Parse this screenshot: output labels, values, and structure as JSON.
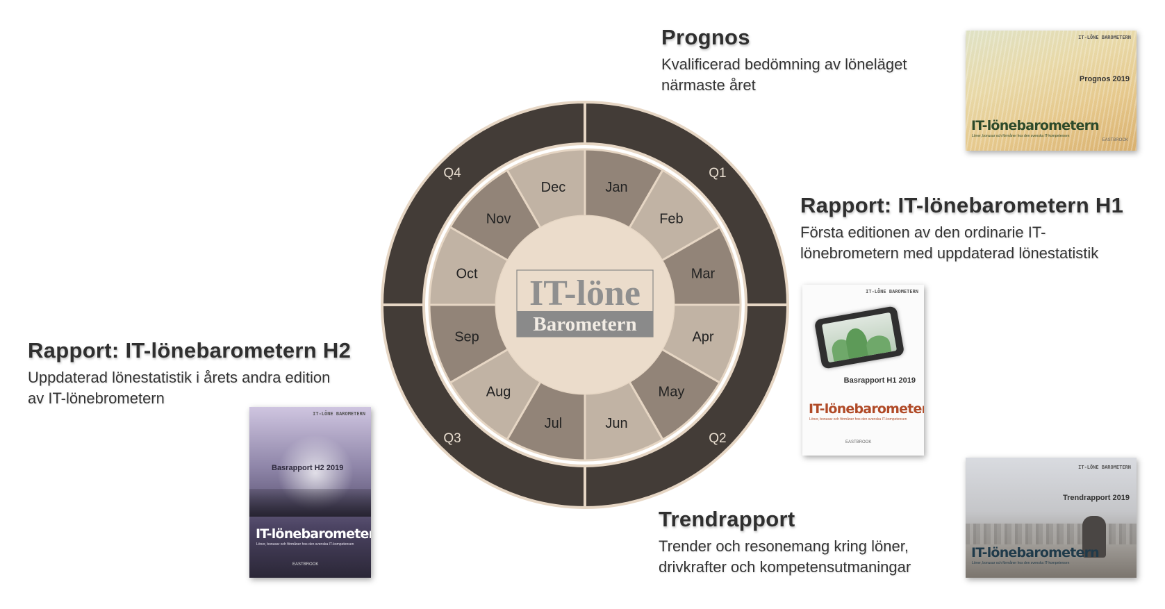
{
  "wheel": {
    "quarters": [
      "Q1",
      "Q2",
      "Q3",
      "Q4"
    ],
    "months": [
      "Jan",
      "Feb",
      "Mar",
      "Apr",
      "May",
      "Jun",
      "Jul",
      "Aug",
      "Sep",
      "Oct",
      "Nov",
      "Dec"
    ],
    "center_line1": "IT-löne",
    "center_line2": "Barometern",
    "colors": {
      "outer": "#433c37",
      "light": "#c1b3a4",
      "dark": "#928478",
      "center": "#ebdccb",
      "separator": "#e6d6c4"
    }
  },
  "prognos": {
    "title": "Prognos",
    "text": "Kvalificerad bedömning av löneläget\nnärmaste året",
    "cover": {
      "brand": "IT-LÖNE\nBAROMETERN",
      "edition": "Prognos\n2019",
      "title": "IT-lönebarometern",
      "subtitle": "Löner, bonusar och förmåner hos den svenska IT-kompetensen",
      "logo": "EASTBROOK"
    }
  },
  "h1": {
    "title": "Rapport: IT-lönebarometern  H1",
    "text": "Första editionen av den ordinarie IT-\nlönebrometern med uppdaterad lönestatistik",
    "cover": {
      "brand": "IT-LÖNE\nBAROMETERN",
      "edition": "Basrapport\nH1 2019",
      "title": "IT-lönebarometern",
      "subtitle": "Löner, bonusar och förmåner hos den svenska IT-kompetensen",
      "logo": "EASTBROOK"
    }
  },
  "h2": {
    "title": "Rapport: IT-lönebarometern  H2",
    "text": "Uppdaterad lönestatistik i årets andra edition\nav IT-lönebrometern",
    "cover": {
      "brand": "IT-LÖNE\nBAROMETERN",
      "edition": "Basrapport\nH2 2019",
      "title": "IT-lönebarometern",
      "subtitle": "Löner, bonusar och förmåner hos den svenska IT-kompetensen",
      "logo": "EASTBROOK"
    }
  },
  "trend": {
    "title": "Trendrapport",
    "text": "Trender och resonemang kring löner,\ndrivkrafter och kompetensutmaningar",
    "cover": {
      "brand": "IT-LÖNE\nBAROMETERN",
      "edition": "Trendrapport\n2019",
      "title": "IT-lönebarometern",
      "subtitle": "Löner, bonusar och förmåner hos den svenska IT-kompetensen"
    }
  }
}
